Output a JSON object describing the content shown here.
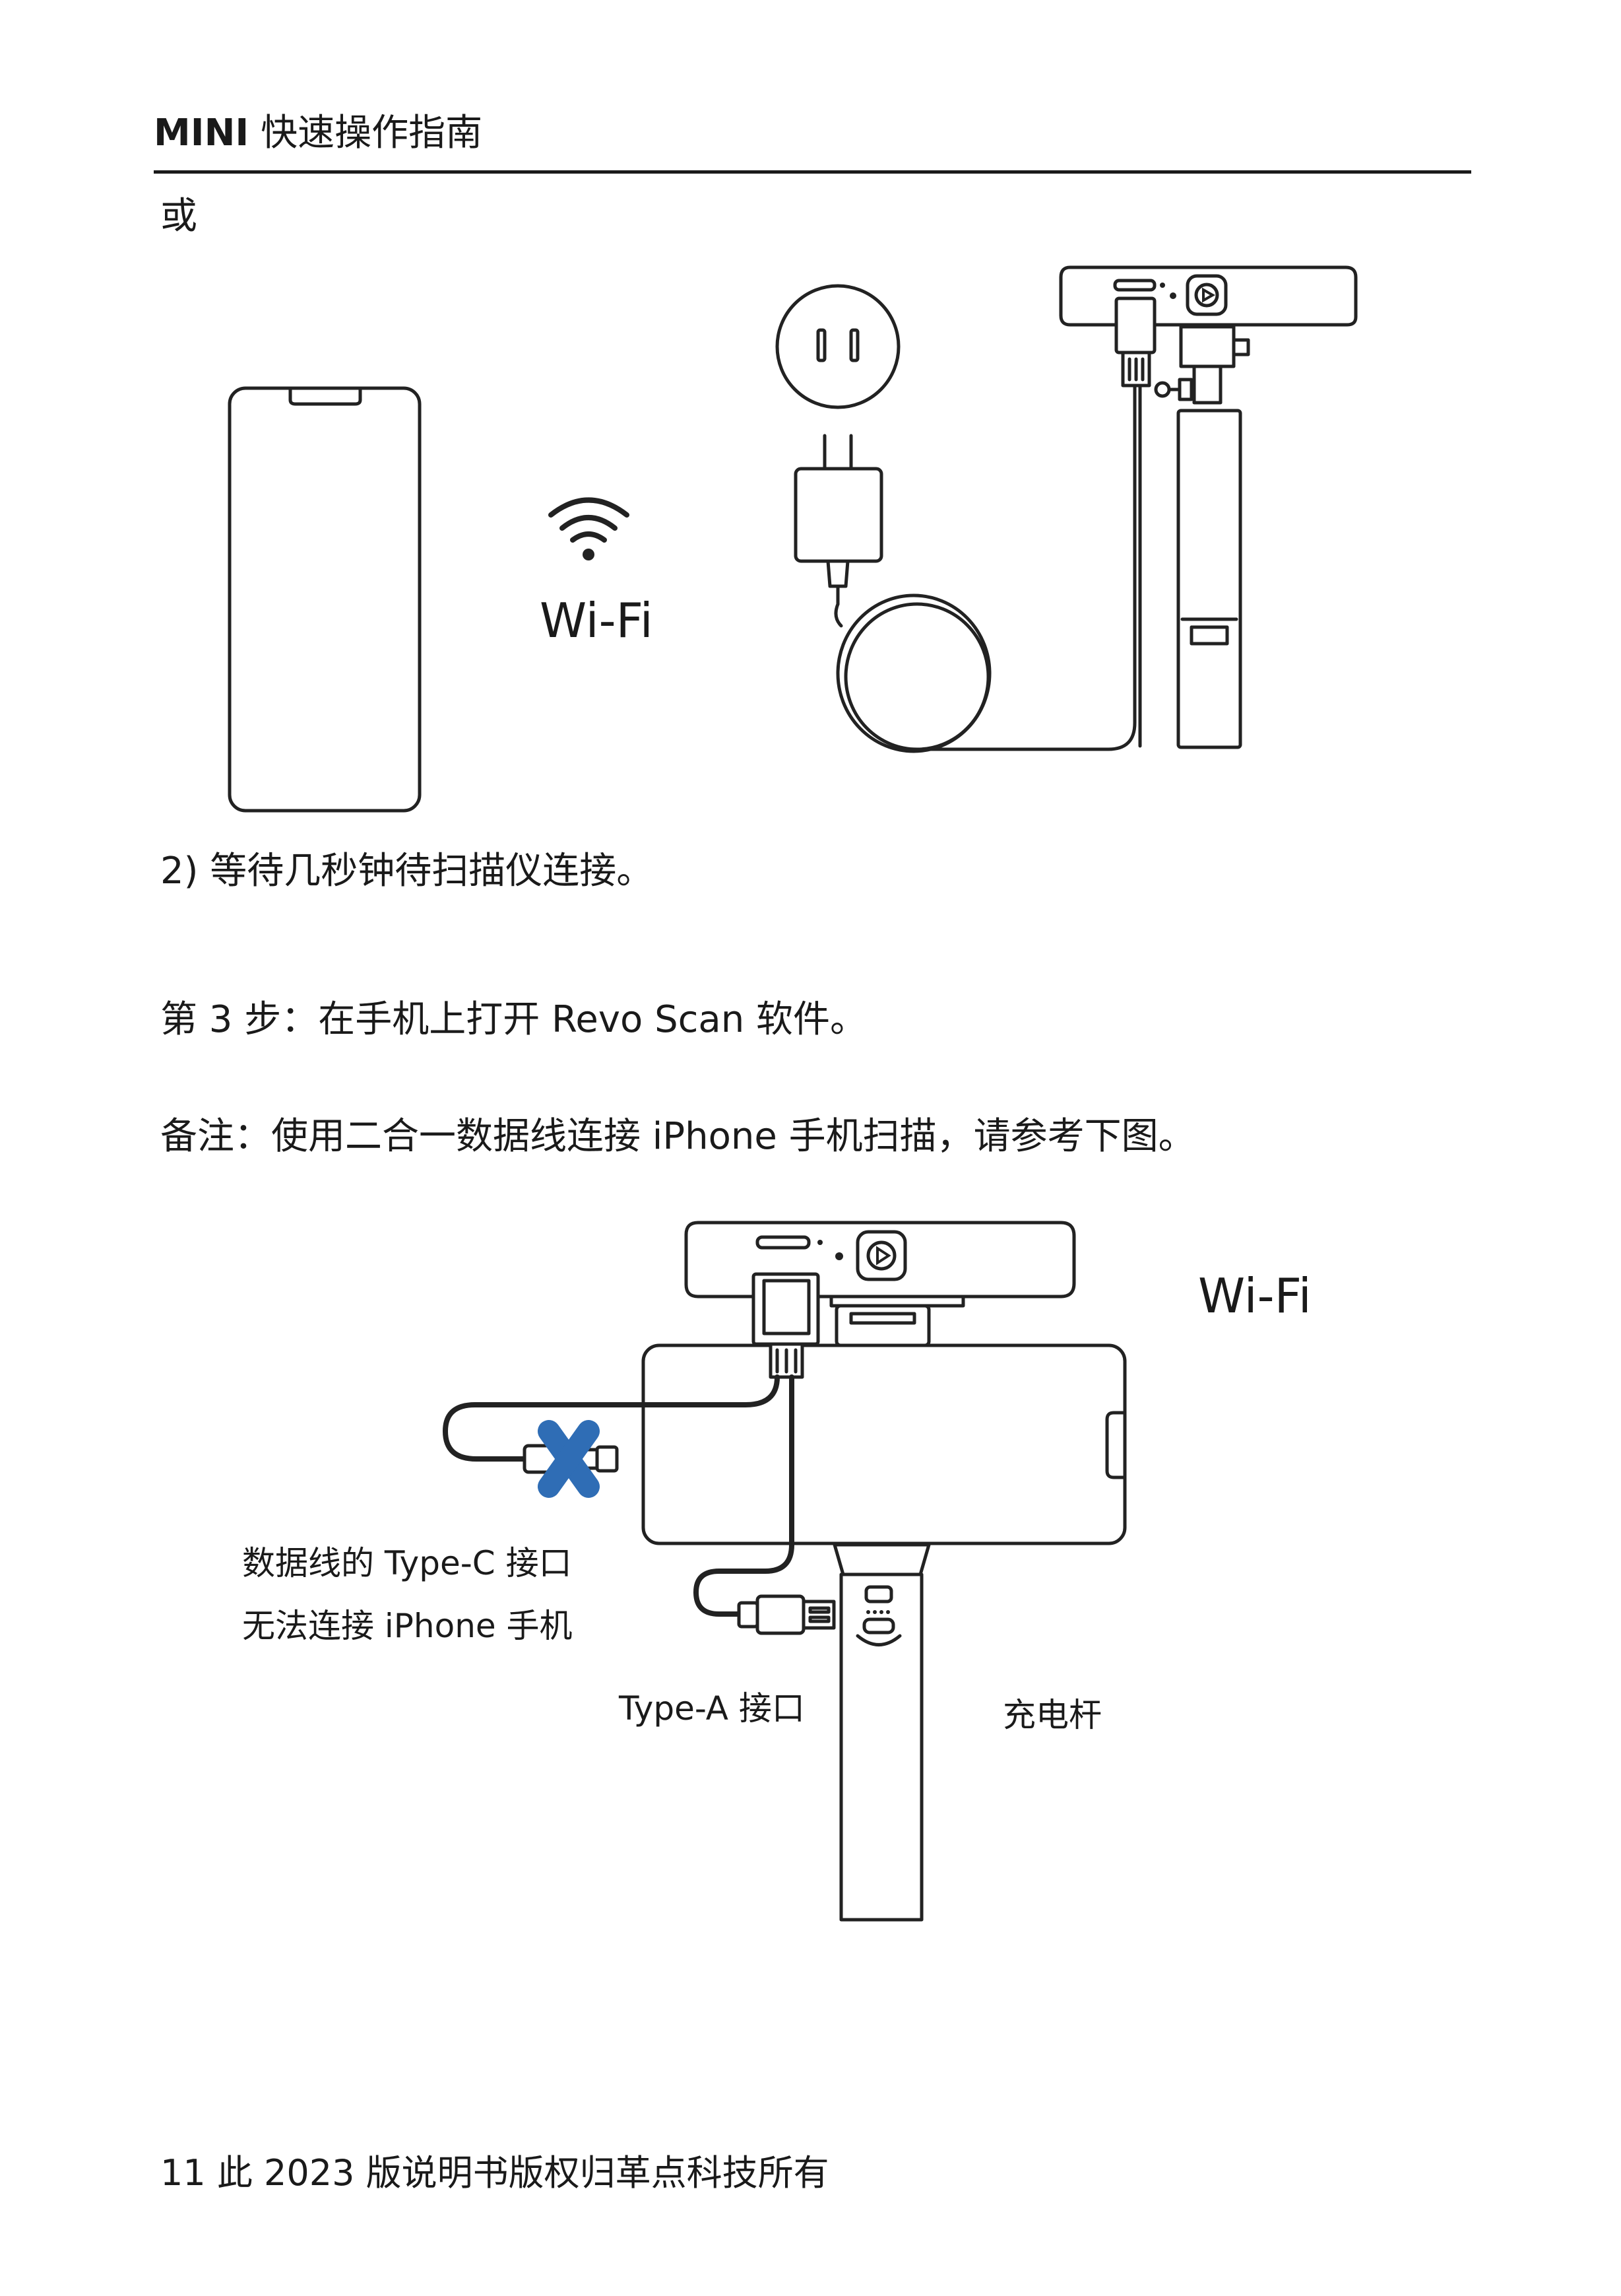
{
  "header": {
    "product": "MINI",
    "title": "快速操作指南"
  },
  "or_label": "或",
  "figure1": {
    "wifi_label": "Wi-Fi"
  },
  "step2_sub": "2)  等待几秒钟待扫描仪连接。",
  "step3": "第 3 步：在手机上打开 Revo Scan 软件。",
  "note": "备注：使用二合一数据线连接 iPhone 手机扫描，请参考下图。",
  "figure2": {
    "wifi_label": "Wi-Fi",
    "typec_note_line1": "数据线的 Type-C 接口",
    "typec_note_line2": "无法连接 iPhone 手机",
    "typea_label": "Type-A 接口",
    "charging_rod_label": "充电杆",
    "cross_color": "#2f6db5"
  },
  "footer": {
    "text": "11 此 2023  版说明书版权归革点科技所有"
  }
}
